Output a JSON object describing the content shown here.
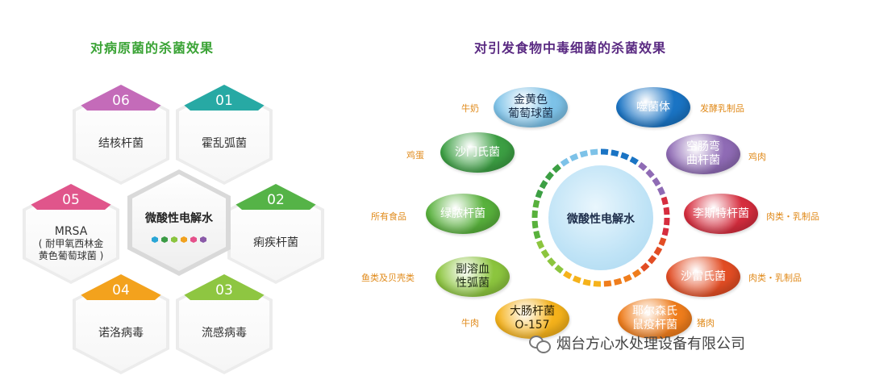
{
  "left": {
    "title": "对病原菌的杀菌效果",
    "center_label": "微酸性电解水",
    "dot_colors": [
      "#2aa6d6",
      "#3b9b45",
      "#8bc53f",
      "#f1a11e",
      "#e5518b",
      "#8a5aa8"
    ],
    "hexes": [
      {
        "num": "06",
        "label": "结核杆菌",
        "color": "#c46bb9"
      },
      {
        "num": "01",
        "label": "霍乱弧菌",
        "color": "#27a9a4"
      },
      {
        "num": "05",
        "label_lines": [
          "MRSA",
          "( 耐甲氧西林金",
          "黄色葡萄球菌 )"
        ],
        "color": "#e0558b"
      },
      {
        "num": "02",
        "label": "痢疾杆菌",
        "color": "#55b347"
      },
      {
        "num": "04",
        "label": "诺洛病毒",
        "color": "#f3a21d"
      },
      {
        "num": "03",
        "label": "流感病毒",
        "color": "#8ec641"
      }
    ]
  },
  "right": {
    "title": "对引发食物中毒细菌的杀菌效果",
    "center_label": "微酸性电解水",
    "pills": [
      {
        "lines": [
          "金黄色",
          "葡萄球菌"
        ],
        "food": "牛奶",
        "color": "#7dc2e8",
        "text": "#1b2f4a"
      },
      {
        "lines": [
          "噬菌体"
        ],
        "food": "发酵乳制品",
        "color": "#1a74c4",
        "text": "#ffffff"
      },
      {
        "lines": [
          "沙门氏菌"
        ],
        "food": "鸡蛋",
        "color": "#3c9f43",
        "text": "#ffffff"
      },
      {
        "lines": [
          "空肠弯",
          "曲杆菌"
        ],
        "food": "鸡肉",
        "color": "#8f6bb5",
        "text": "#ffffff"
      },
      {
        "lines": [
          "绿脓杆菌"
        ],
        "food": "所有食品",
        "color": "#58b13c",
        "text": "#ffffff"
      },
      {
        "lines": [
          "李斯特杆菌"
        ],
        "food": "肉类・乳制品",
        "color": "#d62d3e",
        "text": "#ffffff"
      },
      {
        "lines": [
          "副溶血",
          "性弧菌"
        ],
        "food": "鱼类及贝壳类",
        "color": "#8cc53e",
        "text": "#1d2a14"
      },
      {
        "lines": [
          "沙雷氏菌"
        ],
        "food": "肉类・乳制品",
        "color": "#e24d24",
        "text": "#ffffff"
      },
      {
        "lines": [
          "大肠杆菌",
          "O-157"
        ],
        "food": "牛肉",
        "color": "#f5b21b",
        "text": "#2b2105"
      },
      {
        "lines": [
          "耶尔森氏",
          "鼠疫杆菌"
        ],
        "food": "猪肉",
        "color": "#ef7d1c",
        "text": "#ffffff"
      }
    ]
  },
  "watermark": "烟台方心水处理设备有限公司"
}
